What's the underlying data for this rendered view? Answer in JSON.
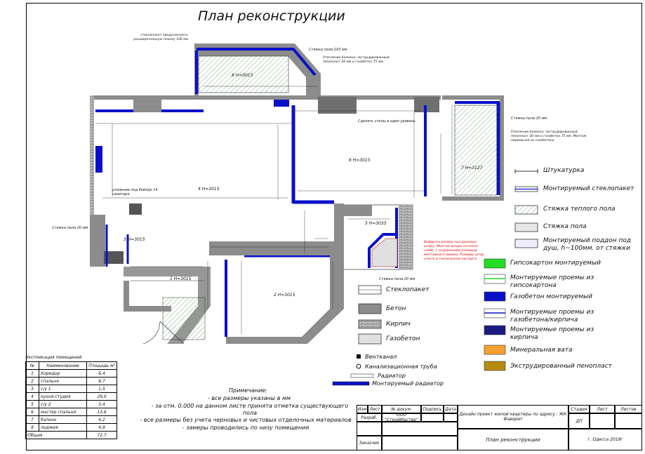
{
  "title": "План реконструкции",
  "colors": {
    "gkl": "#22dd22",
    "gazobeton": "#0a10c8",
    "brick_openings": "#1a1a80",
    "mineral": "#f5a030",
    "xps": "#b58a10",
    "concrete": "#8c8c8c",
    "screed_warm": "#d6e8d6"
  },
  "legend": [
    {
      "label": "Штукатурка",
      "icon": "plaster-line-icon"
    },
    {
      "label": "Монтируемый стеклопакет",
      "icon": "glazing-line-icon"
    },
    {
      "label": "Стяжка теплого пола",
      "icon": "warm-floor-hatch-icon"
    },
    {
      "label": "Стяжка пола",
      "icon": "floor-screed-icon"
    },
    {
      "label": "Монтируемый поддон под душ, h~100мм. от стяжки",
      "icon": "shower-tray-icon"
    },
    {
      "label": "Гипсокартон монтируемый",
      "icon": "drywall-green-icon"
    },
    {
      "label": "Монтируемые проемы из гипсокартона",
      "icon": "drywall-opening-icon"
    },
    {
      "label": "Газобетон монтируемый",
      "icon": "aerated-block-icon"
    },
    {
      "label": "Монтируемые проемы из газобетона/кирпича",
      "icon": "block-opening-icon"
    },
    {
      "label": "Монтируемые проемы из кирпича",
      "icon": "brick-opening-icon"
    },
    {
      "label": "Минеральная вата",
      "icon": "mineral-wool-icon"
    },
    {
      "label": "Экструдированный пенопласт",
      "icon": "xps-icon"
    }
  ],
  "legend_left": [
    {
      "label": "Стеклопакет",
      "icon": "glazing-icon"
    },
    {
      "label": "Бетон",
      "icon": "concrete-icon"
    },
    {
      "label": "Кирпич",
      "icon": "brick-icon"
    },
    {
      "label": "Газобетон",
      "icon": "aerated-concrete-icon"
    }
  ],
  "legend_small": [
    {
      "label": "Вентканал",
      "icon": "vent-icon"
    },
    {
      "label": "Канализационная труба",
      "icon": "sewer-pipe-icon"
    },
    {
      "label": "Радиатор",
      "icon": "radiator-icon"
    },
    {
      "label": "Монтируемый радиатор",
      "icon": "new-radiator-icon"
    }
  ],
  "explication": {
    "caption": "Экспликация помещений",
    "headers": [
      "№",
      "Наименование",
      "Площадь м²"
    ],
    "rows": [
      [
        "1",
        "Коридор",
        "6,4"
      ],
      [
        "2",
        "спальня",
        "9,7"
      ],
      [
        "3",
        "с/у 1",
        "1,5"
      ],
      [
        "4",
        "кухня-студия",
        "29,0"
      ],
      [
        "5",
        "с/у 2",
        "3,4"
      ],
      [
        "6",
        "мастер спальня",
        "13,6"
      ],
      [
        "7",
        "балкон",
        "4,2"
      ],
      [
        "8",
        "лоджия",
        "4,9"
      ]
    ],
    "total_label": "Общая",
    "total_value": "72,7"
  },
  "notes": {
    "heading": "Примечание:",
    "items": [
      "- все размеры указаны в мм",
      "- за отм. 0.000 на данном листе принята отметка существующего пола",
      "- все размеры без учета черновых и чистовых отделочных материалов",
      "- замеры проводились по низу помещения"
    ]
  },
  "stamp": {
    "h1": "Изм",
    "h2": "Лист",
    "h3": "№ докум.",
    "h4": "Подпись",
    "h5": "Дата",
    "dev_label": "Разраб.",
    "dev_name": "ООО \"СтройМастер\"",
    "client_label": "Заказчик",
    "project": "Дизайн проект жилой квартиры по адресу : ЖК Фаворит",
    "stage_h": "Стадия",
    "sheet_h": "Лист",
    "sheets_h": "Листов",
    "stage": "ДП",
    "sheet_title": "План реконструкции",
    "city": "г. Одесса 2019г"
  },
  "rooms": [
    {
      "label": "8  H=3015"
    },
    {
      "label": "4  H=3015"
    },
    {
      "label": "6  H=3015"
    },
    {
      "label": "7  H=3127"
    },
    {
      "label": "5  H=3035"
    },
    {
      "label": "3  H=3015"
    },
    {
      "label": "1  H=3015"
    },
    {
      "label": "2  H=3015"
    }
  ],
  "annotations": {
    "screed_103": "Стяжка пола 103 мм",
    "balcony_insul": "Утепление балкона: экструдированный пенопласт 30 мм и газобетон 75 мм.",
    "glazing_top": "стеклопакет предусмотреть расширительную планку 100 мм",
    "wall_level": "Сделать стены в один уровень",
    "screed_20_right": "Стяжка пола 20 мм",
    "loggia_insul": "Утепление балкона: экструдированный пенопласт 30 мм и газобетон 75 мм. Монтаж перемычки из газобетона",
    "boiler": "усиление под бойлер 14 санитара",
    "screed_20_left": "Стяжка пола 20 мм",
    "screed_20_bath": "Стяжка пола 20 мм",
    "red_note": "Выбирать размер под душевую штору. Монтаж шторы согласно схеме, с сохранением размеров монтажного проема. Размеры штор учесть в техническом паспорте"
  }
}
